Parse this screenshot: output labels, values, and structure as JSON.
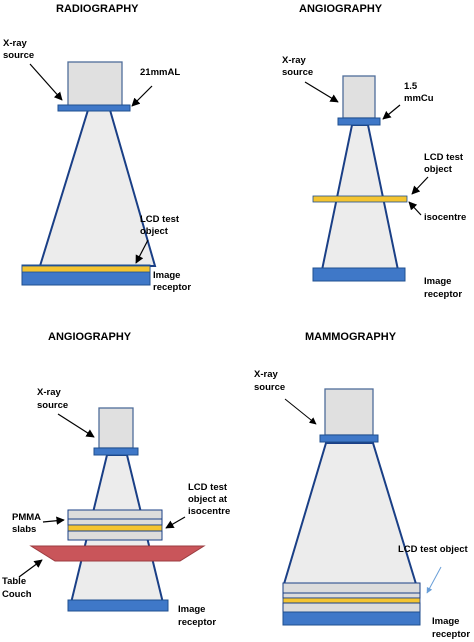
{
  "colors": {
    "source_fill": "#e0e0e0",
    "source_stroke": "#4f6d9a",
    "filter_blue": "#3f78c8",
    "filter_stroke": "#1f4f8f",
    "beam_fill": "#ececec",
    "beam_stroke": "#1a3f86",
    "lcd_yellow": "#f4c430",
    "slab_fill": "#dcdcdc",
    "couch_red": "#c9555a",
    "couch_stroke": "#9b3c40",
    "arrow": "#000000",
    "thin_arrow": "#6a9fd8"
  },
  "panels": {
    "radiography": {
      "title": "RADIOGRAPHY",
      "xray_source": [
        "X-ray",
        "source"
      ],
      "filter": "21mmAL",
      "lcd": [
        "LCD test",
        "object"
      ],
      "receptor": [
        "Image",
        "receptor"
      ]
    },
    "angiography_top": {
      "title": "ANGIOGRAPHY",
      "xray_source": [
        "X-ray",
        "source"
      ],
      "filter": [
        "1.5",
        "mmCu"
      ],
      "lcd": [
        "LCD test",
        "object"
      ],
      "isocentre": "isocentre",
      "receptor": [
        "Image",
        "receptor"
      ]
    },
    "angiography_bottom": {
      "title": "ANGIOGRAPHY",
      "xray_source": [
        "X-ray",
        "source"
      ],
      "lcd": [
        "LCD test",
        "object at",
        "isocentre"
      ],
      "pmma": [
        "PMMA",
        "slabs"
      ],
      "couch": [
        "Table",
        "Couch"
      ],
      "receptor": [
        "Image",
        "receptor"
      ]
    },
    "mammography": {
      "title": "MAMMOGRAPHY",
      "xray_source": [
        "X-ray",
        "source"
      ],
      "lcd": "LCD test object",
      "receptor": [
        "Image",
        "receptor"
      ]
    }
  }
}
